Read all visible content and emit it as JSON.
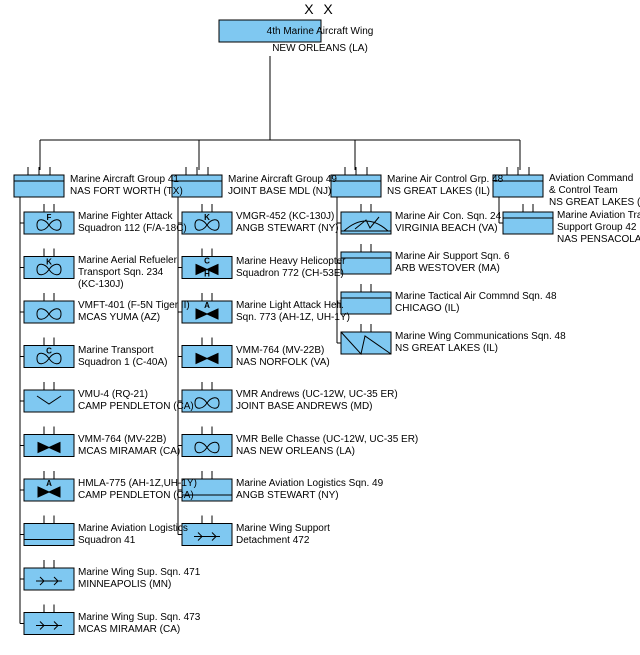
{
  "headquarters": {
    "echelon": "X X",
    "name": "4th Marine Aircraft Wing",
    "location": "NEW ORLEANS (LA)"
  },
  "colors": {
    "fill": "#7fc8f1",
    "stroke": "#000000",
    "line": "#000000"
  },
  "columns": [
    {
      "parent": {
        "lines": [
          "Marine Aircraft Group 41",
          "NAS FORT WORTH (TX)"
        ],
        "symbol": "hq"
      },
      "units": [
        {
          "lines": [
            "Marine Fighter Attack",
            "Squadron 112 (F/A-18C)"
          ],
          "symbol": "fixed-wing",
          "letter": "F"
        },
        {
          "lines": [
            "Marine Aerial Refueler",
            "Transport Sqn. 234",
            "(KC-130J)"
          ],
          "symbol": "fixed-wing",
          "letter": "K"
        },
        {
          "lines": [
            "VMFT-401 (F-5N Tiger II)",
            "MCAS YUMA (AZ)"
          ],
          "symbol": "fixed-wing"
        },
        {
          "lines": [
            "Marine Transport",
            "Squadron 1 (C-40A)"
          ],
          "symbol": "fixed-wing",
          "letter": "C"
        },
        {
          "lines": [
            "VMU-4 (RQ-21)",
            "CAMP PENDLETON (CA)"
          ],
          "symbol": "uav"
        },
        {
          "lines": [
            "VMM-764 (MV-22B)",
            "MCAS MIRAMAR (CA)"
          ],
          "symbol": "tiltrotor"
        },
        {
          "lines": [
            "HMLA-775 (AH-1Z,UH-1Y)",
            "CAMP PENDLETON (CA)"
          ],
          "symbol": "rotary",
          "letter": "A"
        },
        {
          "lines": [
            "Marine Aviation Logistics",
            "Squadron 41"
          ],
          "symbol": "logistics"
        },
        {
          "lines": [
            "Marine Wing Sup. Sqn. 471",
            "MINNEAPOLIS (MN)"
          ],
          "symbol": "support"
        },
        {
          "lines": [
            "Marine Wing Sup. Sqn. 473",
            "MCAS MIRAMAR (CA)"
          ],
          "symbol": "support"
        }
      ]
    },
    {
      "parent": {
        "lines": [
          "Marine Aircraft Group 49",
          "JOINT BASE MDL (NJ)"
        ],
        "symbol": "hq"
      },
      "units": [
        {
          "lines": [
            "VMGR-452 (KC-130J)",
            "ANGB STEWART (NY)"
          ],
          "symbol": "fixed-wing",
          "letter": "K"
        },
        {
          "lines": [
            "Marine Heavy Helicopter",
            "Squadron 772 (CH-53E)"
          ],
          "symbol": "rotary",
          "letter": "C",
          "letter2": "H"
        },
        {
          "lines": [
            "Marine Light Attack Heli.",
            "Sqn. 773 (AH-1Z, UH-1Y)"
          ],
          "symbol": "rotary",
          "letter": "A"
        },
        {
          "lines": [
            "VMM-764 (MV-22B)",
            "NAS NORFOLK (VA)"
          ],
          "symbol": "tiltrotor"
        },
        {
          "lines": [
            "VMR Andrews (UC-12W, UC-35 ER)",
            "JOINT BASE ANDREWS (MD)"
          ],
          "symbol": "fixed-wing"
        },
        {
          "lines": [
            "VMR Belle Chasse (UC-12W, UC-35 ER)",
            "NAS NEW ORLEANS (LA)"
          ],
          "symbol": "fixed-wing"
        },
        {
          "lines": [
            "Marine Aviation Logistics Sqn. 49",
            "ANGB STEWART (NY)"
          ],
          "symbol": "logistics"
        },
        {
          "lines": [
            "Marine Wing Support",
            "Detachment 472"
          ],
          "symbol": "support"
        }
      ]
    },
    {
      "parent": {
        "lines": [
          "Marine Air Control Grp. 48",
          "NS GREAT LAKES (IL)"
        ],
        "symbol": "hq"
      },
      "units": [
        {
          "lines": [
            "Marine Air Con. Sqn. 24",
            "VIRGINIA BEACH (VA)"
          ],
          "symbol": "air-control"
        },
        {
          "lines": [
            "Marine Air Support Sqn. 6",
            "ARB WESTOVER (MA)"
          ],
          "symbol": "hq"
        },
        {
          "lines": [
            "Marine Tactical Air Commnd Sqn. 48",
            "CHICAGO (IL)"
          ],
          "symbol": "hq"
        },
        {
          "lines": [
            "Marine Wing Communications Sqn. 48",
            "NS GREAT LAKES (IL)"
          ],
          "symbol": "signal"
        }
      ]
    },
    {
      "parent": {
        "lines": [
          "Aviation Command",
          "& Control Team",
          "NS GREAT LAKES (IL)"
        ],
        "symbol": "hq"
      },
      "units": [
        {
          "lines": [
            "Marine Aviation Training",
            "Support Group 42",
            "NAS PENSACOLA (FL)"
          ],
          "symbol": "hq"
        }
      ]
    }
  ]
}
